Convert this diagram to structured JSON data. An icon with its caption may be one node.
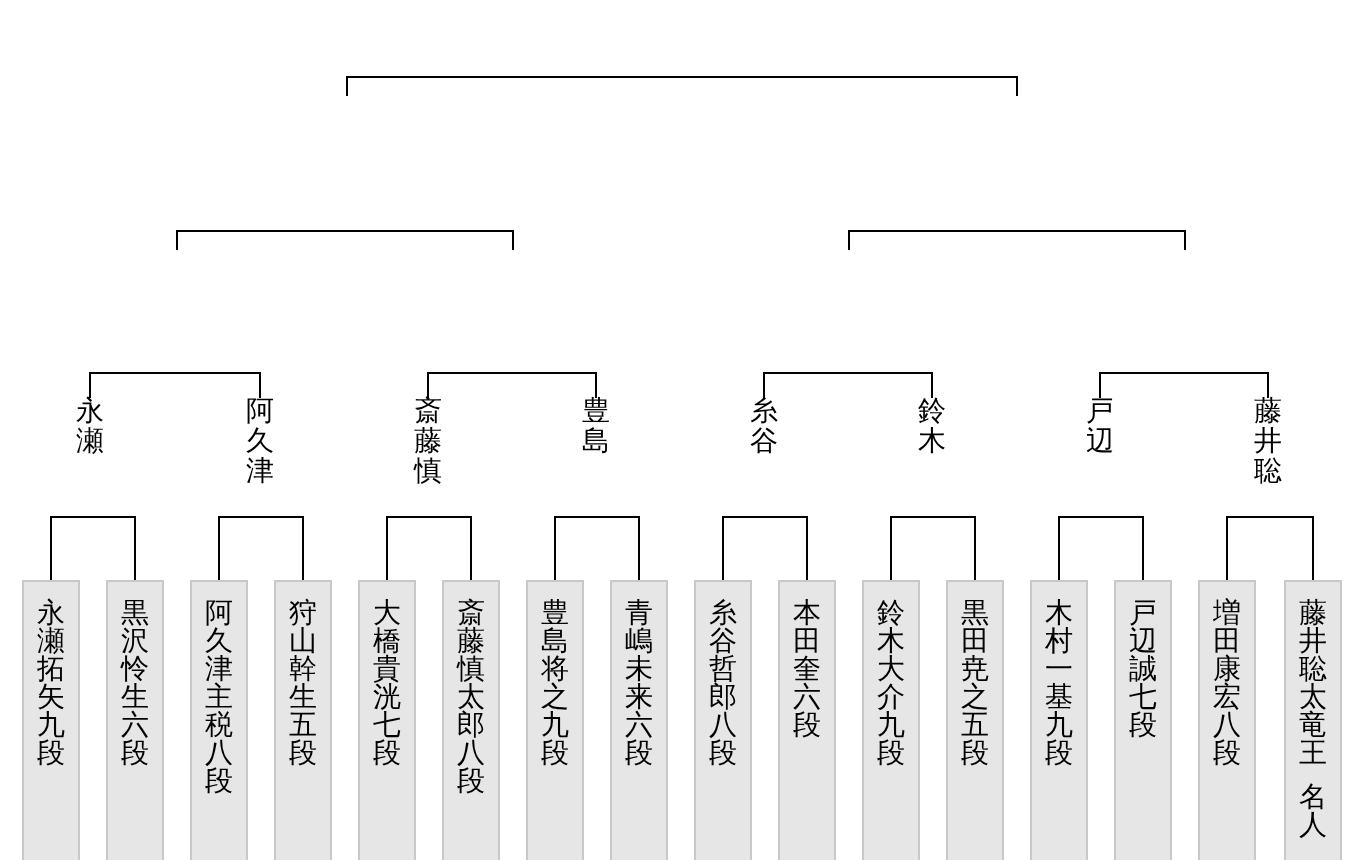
{
  "diagram": {
    "nodes": [
      {
        "text": [
          "永瀬"
        ]
      },
      {
        "text": [
          "阿久津"
        ]
      },
      {
        "text": [
          "斎藤慎"
        ]
      },
      {
        "text": [
          "豊島"
        ]
      },
      {
        "text": [
          "糸谷"
        ]
      },
      {
        "text": [
          "鈴木"
        ]
      },
      {
        "text": [
          "戸辺"
        ]
      },
      {
        "text": [
          "藤井聡"
        ]
      },
      {
        "text": [
          "永瀬拓矢九段"
        ]
      },
      {
        "text": [
          "黒沢怜生六段"
        ]
      },
      {
        "text": [
          "阿久津主税八段"
        ]
      },
      {
        "text": [
          "狩山幹生五段"
        ]
      },
      {
        "text": [
          "大橋貴洸七段"
        ]
      },
      {
        "text": [
          "斎藤慎太郎八段"
        ]
      },
      {
        "text": [
          "豊島将之九段"
        ]
      },
      {
        "text": [
          "青嶋未来六段"
        ]
      },
      {
        "text": [
          "糸谷哲郎八段"
        ]
      },
      {
        "text": [
          "本田奎六段"
        ]
      },
      {
        "text": [
          "鈴木大介九段"
        ]
      },
      {
        "text": [
          "黒田尭之五段"
        ]
      },
      {
        "text": [
          "木村一基九段"
        ]
      },
      {
        "text": [
          "戸辺誠七段"
        ]
      },
      {
        "text": [
          "増田康宏八段"
        ]
      },
      {
        "text": [
          "藤井聡太竜王",
          "名人"
        ]
      }
    ],
    "edges": [
      {
        "from": 0,
        "to": 1,
        "arrow": "none"
      },
      {
        "from": 2,
        "to": 3,
        "arrow": "none"
      },
      {
        "from": 4,
        "to": 5,
        "arrow": "none"
      },
      {
        "from": 6,
        "to": 7,
        "arrow": "none"
      },
      {
        "from": 8,
        "to": 9,
        "arrow": "none"
      },
      {
        "from": 10,
        "to": 11,
        "arrow": "none"
      },
      {
        "from": 12,
        "to": 13,
        "arrow": "none"
      },
      {
        "from": 14,
        "to": 15,
        "arrow": "none"
      },
      {
        "from": 16,
        "to": 17,
        "arrow": "none"
      },
      {
        "from": 18,
        "to": 19,
        "arrow": "none"
      },
      {
        "from": 20,
        "to": 21,
        "arrow": "none"
      },
      {
        "from": 22,
        "to": 23,
        "arrow": "none"
      }
    ]
  }
}
